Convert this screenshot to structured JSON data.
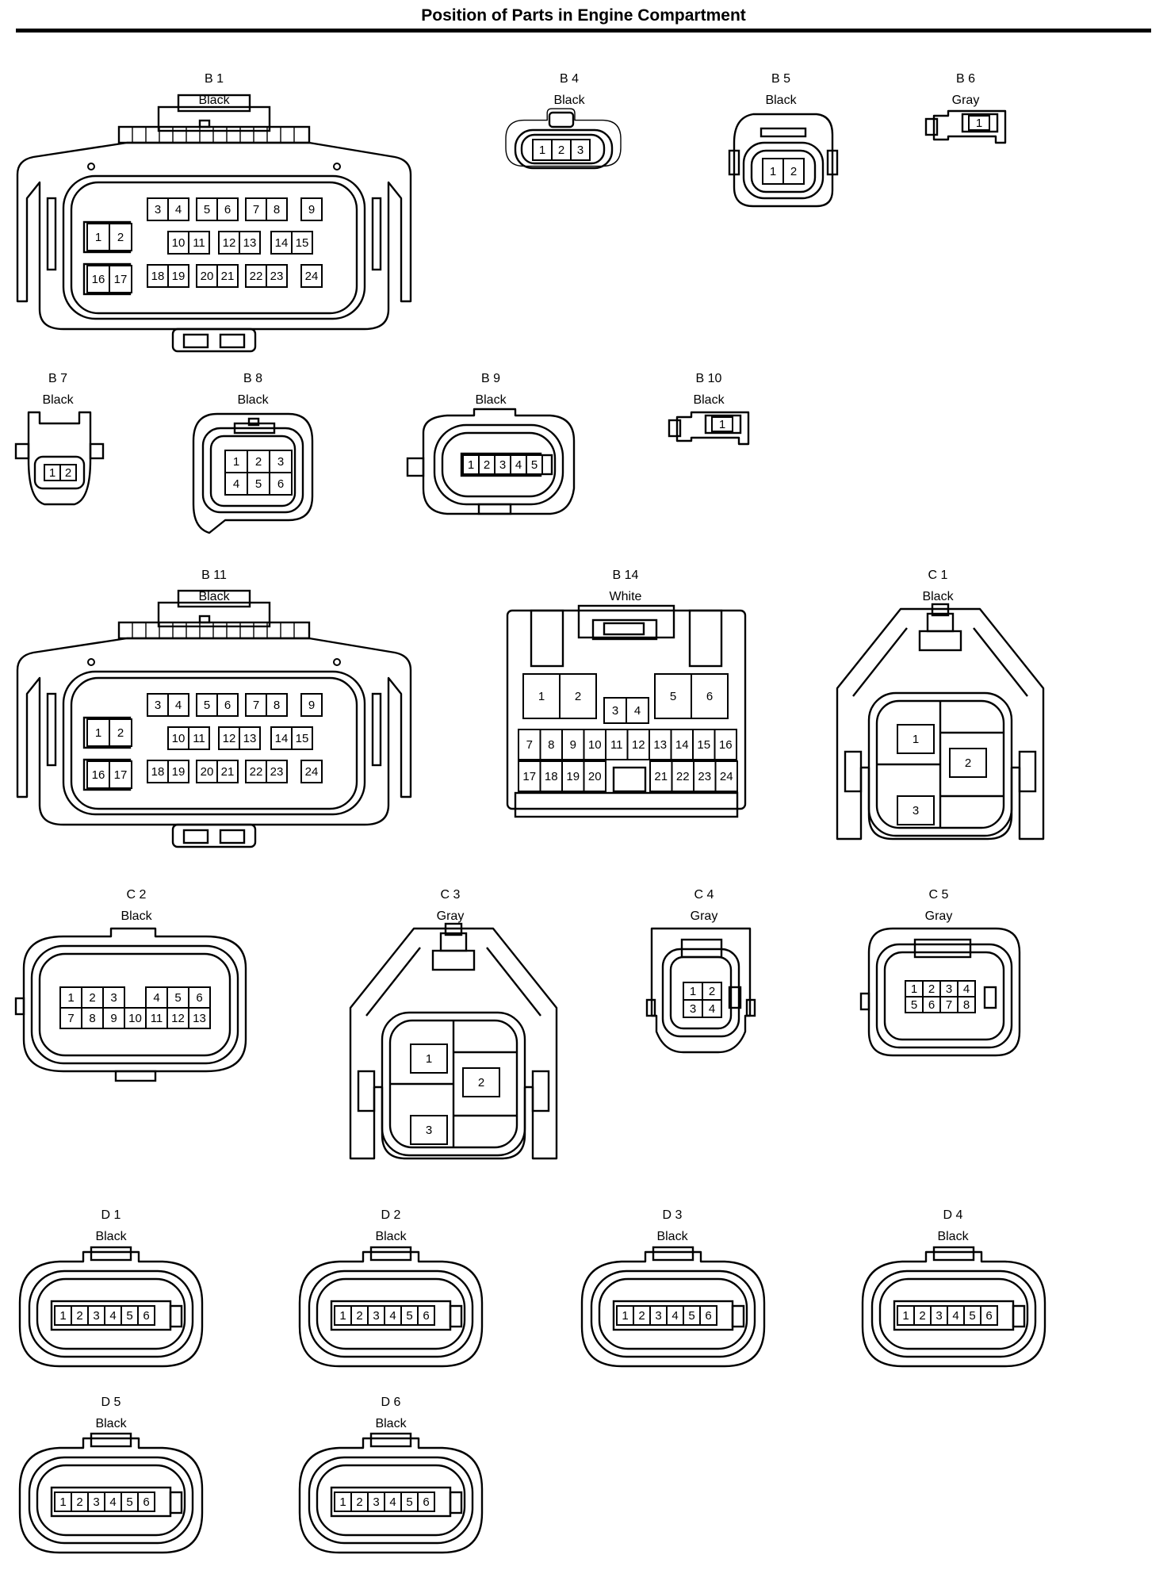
{
  "page": {
    "title": "Position of Parts in Engine Compartment"
  },
  "connectors": [
    {
      "id": "B 1",
      "color": "Black",
      "type": "ecu24"
    },
    {
      "id": "B 4",
      "color": "Black",
      "type": "plug3"
    },
    {
      "id": "B 5",
      "color": "Black",
      "type": "plug2"
    },
    {
      "id": "B 6",
      "color": "Gray",
      "type": "inj1"
    },
    {
      "id": "B 7",
      "color": "Black",
      "type": "sensor2"
    },
    {
      "id": "B 8",
      "color": "Black",
      "type": "plug6"
    },
    {
      "id": "B 9",
      "color": "Black",
      "type": "flat5"
    },
    {
      "id": "B 10",
      "color": "Black",
      "type": "inj1"
    },
    {
      "id": "B 11",
      "color": "Black",
      "type": "ecu24"
    },
    {
      "id": "B 14",
      "color": "White",
      "type": "block24"
    },
    {
      "id": "C 1",
      "color": "Black",
      "type": "big3"
    },
    {
      "id": "C 2",
      "color": "Black",
      "type": "wide13"
    },
    {
      "id": "C 3",
      "color": "Gray",
      "type": "big3"
    },
    {
      "id": "C 4",
      "color": "Gray",
      "type": "sq4"
    },
    {
      "id": "C 5",
      "color": "Gray",
      "type": "sq8"
    },
    {
      "id": "D 1",
      "color": "Black",
      "type": "oval6"
    },
    {
      "id": "D 2",
      "color": "Black",
      "type": "oval6"
    },
    {
      "id": "D 3",
      "color": "Black",
      "type": "oval6"
    },
    {
      "id": "D 4",
      "color": "Black",
      "type": "oval6"
    },
    {
      "id": "D 5",
      "color": "Black",
      "type": "oval6"
    },
    {
      "id": "D 6",
      "color": "Black",
      "type": "oval6"
    }
  ]
}
